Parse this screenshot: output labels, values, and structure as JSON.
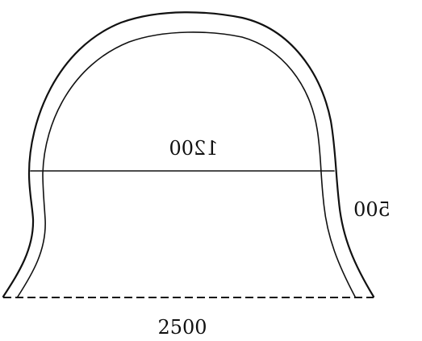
{
  "diagram": {
    "labels": {
      "width_inner": "1200",
      "wall_height": "500",
      "base_width": "2500"
    }
  }
}
